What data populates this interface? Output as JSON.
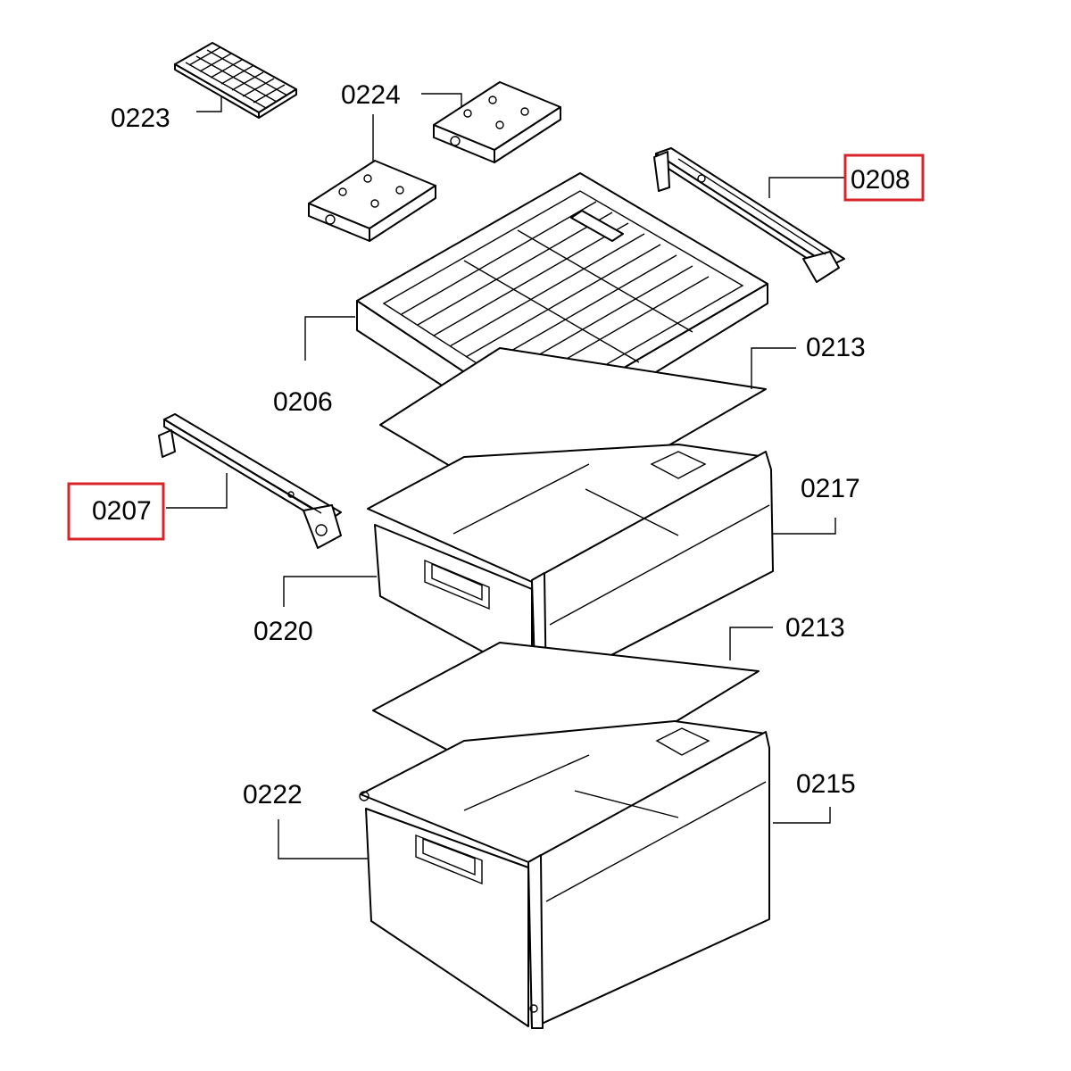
{
  "diagram": {
    "parts": [
      {
        "id": "0223",
        "label": "0223",
        "highlighted": false
      },
      {
        "id": "0224",
        "label": "0224",
        "highlighted": false
      },
      {
        "id": "0208",
        "label": "0208",
        "highlighted": true
      },
      {
        "id": "0213a",
        "label": "0213",
        "highlighted": false
      },
      {
        "id": "0206",
        "label": "0206",
        "highlighted": false
      },
      {
        "id": "0217",
        "label": "0217",
        "highlighted": false
      },
      {
        "id": "0207",
        "label": "0207",
        "highlighted": true
      },
      {
        "id": "0220",
        "label": "0220",
        "highlighted": false
      },
      {
        "id": "0213b",
        "label": "0213",
        "highlighted": false
      },
      {
        "id": "0222",
        "label": "0222",
        "highlighted": false
      },
      {
        "id": "0215",
        "label": "0215",
        "highlighted": false
      }
    ],
    "colors": {
      "line": "#000000",
      "background": "#ffffff",
      "highlight_box": "#d9232a"
    }
  }
}
